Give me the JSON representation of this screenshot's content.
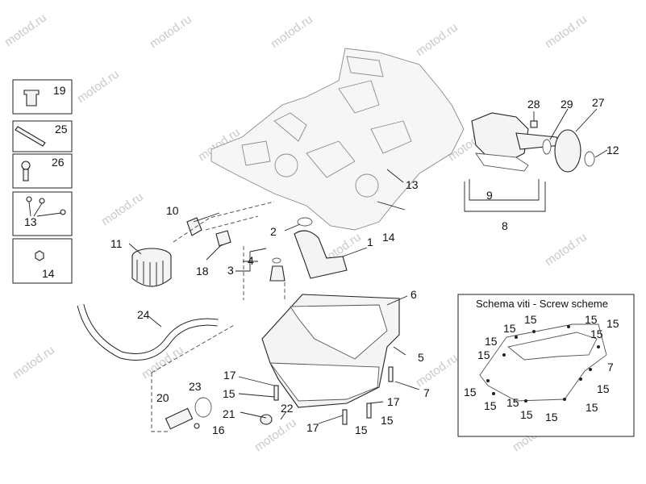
{
  "watermark": "motod.ru",
  "legend_boxes": [
    {
      "id": "19",
      "label": "19"
    },
    {
      "id": "25",
      "label": "25"
    },
    {
      "id": "26",
      "label": "26"
    },
    {
      "id": "13",
      "label": "13"
    },
    {
      "id": "14",
      "label": "14"
    }
  ],
  "callouts": {
    "c1": "1",
    "c2": "2",
    "c3": "3",
    "c4": "4",
    "c5": "5",
    "c6": "6",
    "c7": "7",
    "c7b": "7",
    "c8": "8",
    "c9": "9",
    "c10": "10",
    "c11": "11",
    "c12": "12",
    "c13": "13",
    "c14": "14",
    "c15a": "15",
    "c15b": "15",
    "c15c": "15",
    "c16": "16",
    "c17a": "17",
    "c17b": "17",
    "c17c": "17",
    "c18": "18",
    "c20": "20",
    "c21": "21",
    "c22": "22",
    "c23": "23",
    "c24": "24",
    "c27": "27",
    "c28": "28",
    "c29": "29"
  },
  "screw_scheme": {
    "title": "Schema viti - Screw scheme",
    "label_15": "15",
    "label_7": "7"
  }
}
